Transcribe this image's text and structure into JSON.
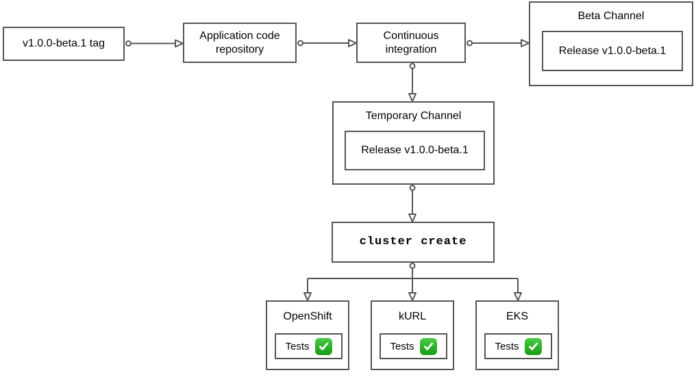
{
  "diagram": {
    "nodes": {
      "tag": {
        "label": "v1.0.0-beta.1 tag"
      },
      "app_repo": {
        "label": "Application code repository"
      },
      "ci": {
        "label": "Continuous integration"
      },
      "beta_channel": {
        "title": "Beta Channel",
        "release": "Release v1.0.0-beta.1"
      },
      "temp_channel": {
        "title": "Temporary Channel",
        "release": "Release v1.0.0-beta.1"
      },
      "cluster_create": {
        "label": "cluster create"
      }
    },
    "clusters": [
      {
        "name": "OpenShift",
        "tests_label": "Tests",
        "status_icon": "green-check"
      },
      {
        "name": "kURL",
        "tests_label": "Tests",
        "status_icon": "green-check"
      },
      {
        "name": "EKS",
        "tests_label": "Tests",
        "status_icon": "green-check"
      }
    ],
    "colors": {
      "stroke": "#545454",
      "background": "#ffffff",
      "text": "#000000",
      "check_green": "#2db62a",
      "check_mark": "#ffffff"
    }
  }
}
